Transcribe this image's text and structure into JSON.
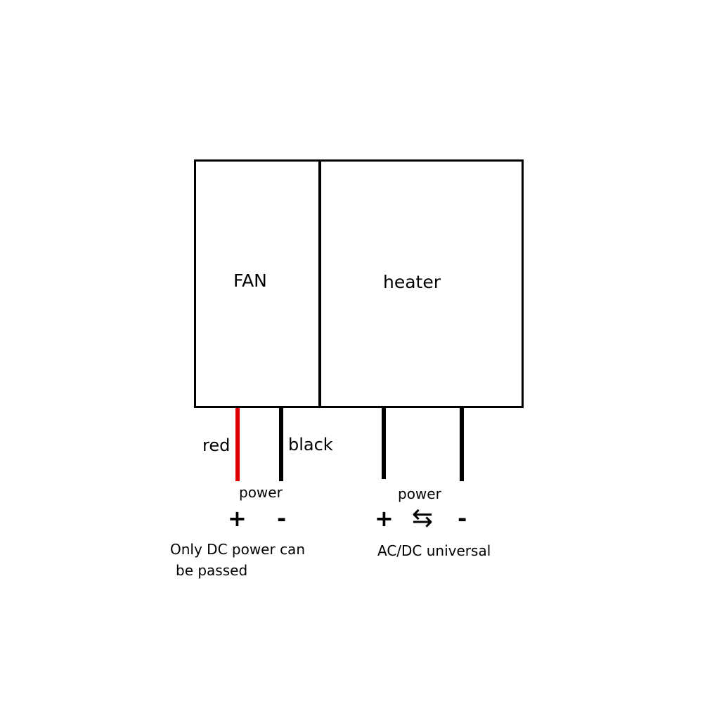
{
  "fan": {
    "label": "FAN"
  },
  "heater": {
    "label": "heater"
  },
  "fan_wires": {
    "red_label": "red",
    "black_label": "black",
    "red_color": "#e00000",
    "black_color": "#000000"
  },
  "fan_power": {
    "label": "power",
    "plus": "+",
    "minus": "-",
    "note_line1": "Only DC power can",
    "note_line2": "be passed"
  },
  "heater_power": {
    "label": "power",
    "plus": "+",
    "swap_symbol": "⇆",
    "minus": "-",
    "note": "AC/DC universal"
  }
}
